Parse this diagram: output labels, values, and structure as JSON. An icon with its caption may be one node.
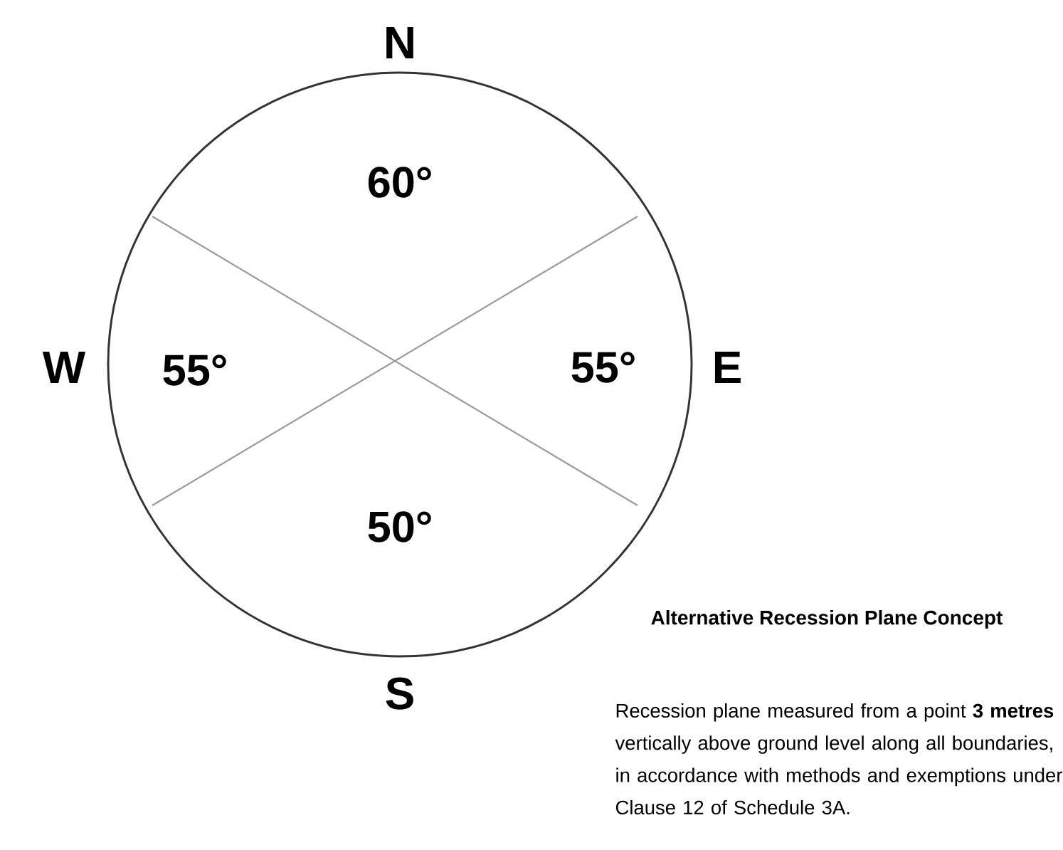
{
  "diagram": {
    "title": "Alternative Recession Plane Concept",
    "labels": [
      "N",
      "60°",
      "W",
      "55°",
      "55°",
      "E",
      "50°",
      "S",
      "Recession plane measured from a point **3 metres** vertically above ground level along all boundaries, in accordance with methods and exemptions under Clause 12 of Schedule 3A."
    ]
  }
}
